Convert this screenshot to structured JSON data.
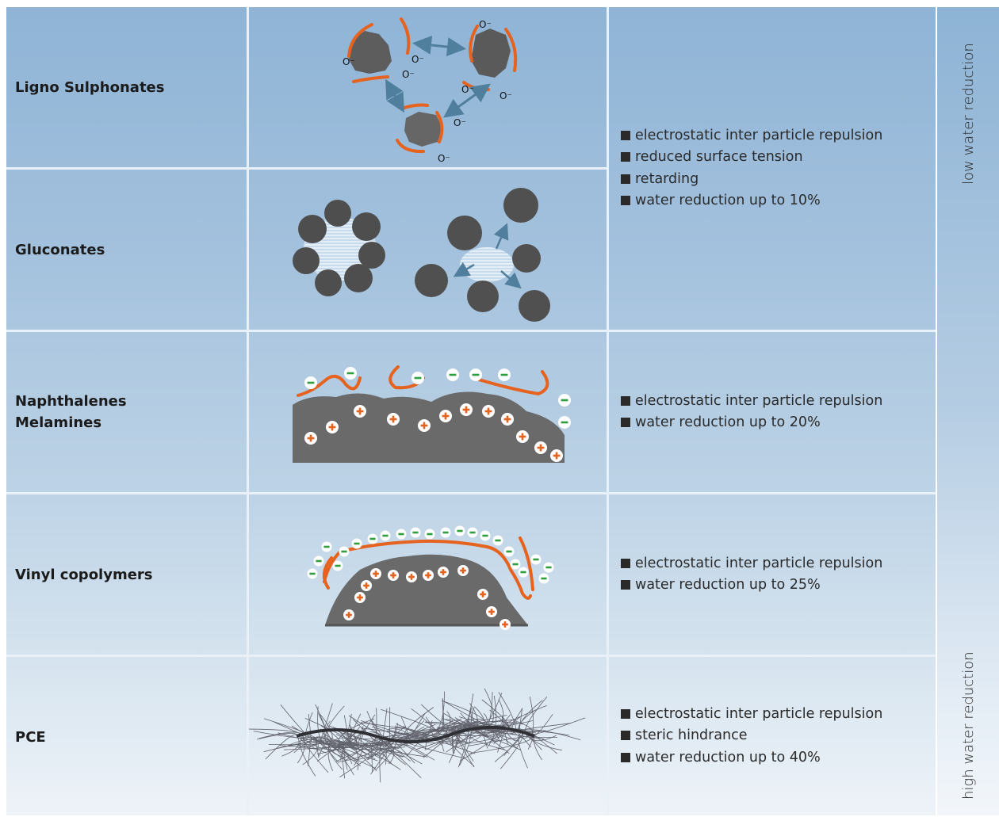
{
  "rows": [
    {
      "name": [
        "Ligno Sulphonates"
      ],
      "illustration": "ligno-sulphonate-particles"
    },
    {
      "name": [
        "Gluconates"
      ],
      "illustration": "gluconate-particles"
    },
    {
      "name": [
        "Naphthalenes",
        "Melamines"
      ],
      "illustration": "naphthalene-surface"
    },
    {
      "name": [
        "Vinyl copolymers"
      ],
      "illustration": "vinyl-copolymer-surface"
    },
    {
      "name": [
        "PCE"
      ],
      "illustration": "pce-polymer-brush"
    }
  ],
  "descriptions": {
    "group1": [
      "electrostatic inter particle repulsion",
      "reduced surface tension",
      "retarding",
      "water reduction up to 10%"
    ],
    "group2": [
      "electrostatic inter particle repulsion",
      "water reduction up to 20%"
    ],
    "group3": [
      "electrostatic inter particle repulsion",
      "water reduction up to 25%"
    ],
    "group4": [
      "electrostatic inter particle repulsion",
      "steric hindrance",
      "water reduction up to 40%"
    ]
  },
  "charge_label": "O",
  "charge_sup": "-",
  "side": {
    "top": "low water reduction",
    "bottom": "high water reduction"
  },
  "colors": {
    "polymer": "#e5621f",
    "arrow": "#4f7f9c",
    "plus": "#e5621f",
    "minus": "#2e9e3f",
    "particle": "#5d5d5d"
  }
}
